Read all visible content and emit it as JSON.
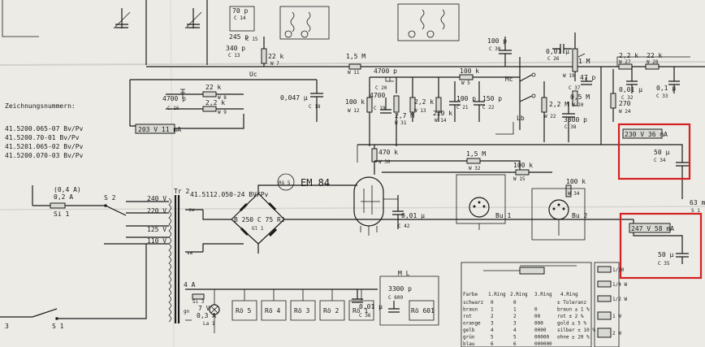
{
  "notes": {
    "title": "Zeichnungsnummern:",
    "lines": [
      "41.5200.065-07 Bv/Pv",
      "41.5200.70-01 Bv/Pv",
      "41.5201.065-02 Bv/Pv",
      "41.5200.070-03 Bv/Pv"
    ]
  },
  "tube": {
    "label": "EM 84",
    "ref": "Rö 5"
  },
  "transformer": {
    "ref": "Tr 2",
    "part": "41.5112.050-24 BV/Pv"
  },
  "rectifier": {
    "label": "B 250 C 75 R2",
    "ref": "Gl 1"
  },
  "rails": {
    "r1": "203 V  11 mA",
    "r2": "230 V  36 mA",
    "r3": "247 V  58 mA"
  },
  "fuse_main": {
    "rating": "(0,4 A)",
    "value": "0,2 A",
    "ref": "Si 1"
  },
  "fuse2": {
    "value": "4 A",
    "ref": "Si 3"
  },
  "lamp": {
    "value": "7 V",
    "value2": "0,3 A",
    "ref": "La 1"
  },
  "switches": {
    "s1": "S 1",
    "s2": "S 2"
  },
  "voltages": [
    "240 V",
    "220 V",
    "125 V",
    "110 V"
  ],
  "heaters": [
    "Rö 5",
    "Rö 4",
    "Rö 3",
    "Rö 2",
    "Rö 1"
  ],
  "resistors": [
    {
      "v": "1,5 M",
      "r": "W 11"
    },
    {
      "v": "22 k",
      "r": "W 8"
    },
    {
      "v": "2,2 k",
      "r": "W 9"
    },
    {
      "v": "100 k",
      "r": "W 12"
    },
    {
      "v": "2,7 M",
      "r": "W 31"
    },
    {
      "v": "2,2 k",
      "r": "W 13"
    },
    {
      "v": "220 k",
      "r": "W 14"
    },
    {
      "v": "100 k",
      "r": "W 5"
    },
    {
      "v": "470 k",
      "r": "W 30"
    },
    {
      "v": "1,5 M",
      "r": "W 32"
    },
    {
      "v": "100 k",
      "r": "W 15"
    },
    {
      "v": "100 k",
      "r": "W 34"
    },
    {
      "v": "2,2 M",
      "r": "W 22"
    },
    {
      "v": "0,5 M",
      "r": "W 20"
    },
    {
      "v": "1 M",
      "r": "W 19"
    },
    {
      "v": "2,2 k",
      "r": "W 27"
    },
    {
      "v": "22 k",
      "r": "W 28"
    },
    {
      "v": "270",
      "r": "W 24"
    },
    {
      "v": "22 k",
      "r": "W 7"
    }
  ],
  "capacitors": [
    {
      "v": "4700 p",
      "r": "C 16"
    },
    {
      "v": "0,047 µ",
      "r": "C 18"
    },
    {
      "v": "4700",
      "r": "C 19"
    },
    {
      "v": "4700 p",
      "r": "C 20"
    },
    {
      "v": "100 p",
      "r": "C 21"
    },
    {
      "v": "150 p",
      "r": "C 22"
    },
    {
      "v": "100 p",
      "r": "C 30"
    },
    {
      "v": "0,01 µ",
      "r": "C 26"
    },
    {
      "v": "47 p",
      "r": "C 37"
    },
    {
      "v": "3300 p",
      "r": "C 38"
    },
    {
      "v": "0,01 µ",
      "r": "C 32"
    },
    {
      "v": "0,1 µ",
      "r": "C 33"
    },
    {
      "v": "50 µ",
      "r": "C 34"
    },
    {
      "v": "50 µ",
      "r": "C 35"
    },
    {
      "v": "0,01 µ",
      "r": "C 42"
    },
    {
      "v": "0,01 µ",
      "r": "C 36"
    },
    {
      "v": "3300 p",
      "r": "C 609"
    },
    {
      "v": "245 p",
      "r": "C 15"
    },
    {
      "v": "340 p",
      "r": "C 13"
    },
    {
      "v": "70 p",
      "r": "C 14"
    }
  ],
  "sockets": {
    "bu1": "Bu 1",
    "bu2": "Bu 2"
  },
  "ml": "M L",
  "ro601": "Rö 601",
  "right_res": {
    "v": "63 m",
    "r": "S 1"
  },
  "color_table": {
    "headers": [
      "Farbe",
      "1.Ring",
      "2.Ring",
      "3.Ring",
      "4.Ring"
    ],
    "rows": [
      [
        "schwarz",
        "0",
        "0",
        "",
        "± Toleranz"
      ],
      [
        "braun",
        "1",
        "1",
        "0",
        "braun ± 1 %"
      ],
      [
        "rot",
        "2",
        "2",
        "00",
        "rot ± 2 %"
      ],
      [
        "orange",
        "3",
        "3",
        "000",
        "gold ± 5 %"
      ],
      [
        "gelb",
        "4",
        "4",
        "0000",
        "silber ± 10 %"
      ],
      [
        "grün",
        "5",
        "5",
        "00000",
        "ohne ± 20 %"
      ],
      [
        "blau",
        "6",
        "6",
        "000000",
        ""
      ]
    ]
  },
  "watt_legend": [
    "1/10",
    "1/4 W",
    "1/2 W",
    "1 W",
    "2 W"
  ],
  "misc": {
    "uc": "Uc",
    "lb": "Lb",
    "mc": "Mc",
    "page": "3"
  }
}
